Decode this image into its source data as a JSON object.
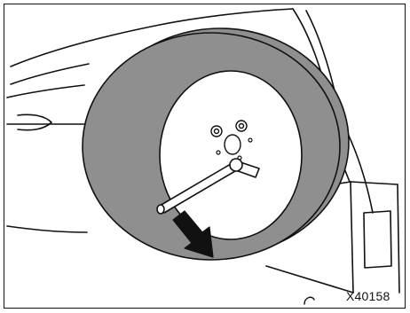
{
  "figure": {
    "code": "X40158",
    "subject_icons": [
      "spare-tire",
      "lug-wrench",
      "removal-direction-arrow",
      "rear-door",
      "bumper"
    ],
    "colors": {
      "tire": "#8f8f8f",
      "outline": "#111111",
      "background": "#ffffff"
    }
  }
}
